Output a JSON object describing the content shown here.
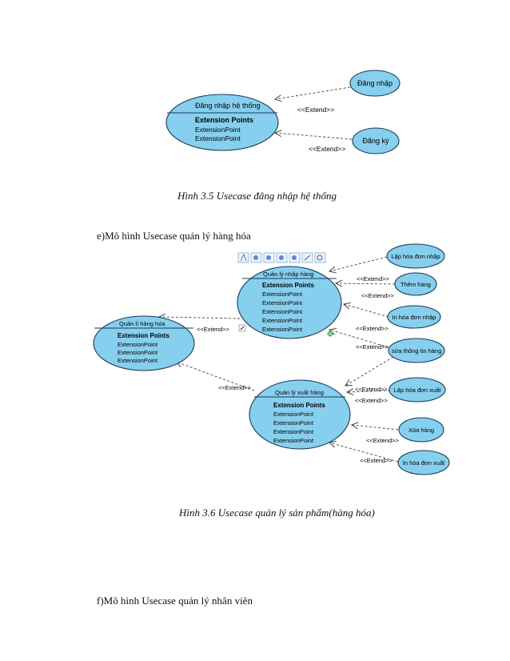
{
  "figure1": {
    "main": {
      "name": "Đăng nhập hệ thống",
      "ext_title": "Extension Points",
      "ext": [
        "ExtensionPoint",
        "ExtensionPoint"
      ]
    },
    "uc_login": "Đăng nhập",
    "uc_register": "Đăng ký",
    "extend": "<<Extend>>",
    "caption": "Hình 3.5  Usecase đăng nhập hệ thống"
  },
  "section_e": "e)Mô hình Usecase quản lý hàng hóa",
  "figure2": {
    "root": {
      "name": "Quản lí hàng hóa",
      "ext_title": "Extension Points",
      "ext": [
        "ExtensionPoint",
        "ExtensionPoint",
        "ExtensionPoint"
      ]
    },
    "import": {
      "name": "Quản lý nhập hàng",
      "ext_title": "Extension Points",
      "ext": [
        "ExtensionPoint",
        "ExtensionPoint",
        "ExtensionPoint",
        "ExtensionPoint",
        "ExtensionPoint"
      ]
    },
    "export": {
      "name": "Quản lý xuất hàng",
      "ext_title": "Extension Points",
      "ext": [
        "ExtensionPoint",
        "ExtensionPoint",
        "ExtensionPoint",
        "ExtensionPoint",
        "ExtensionPoint"
      ]
    },
    "import_cases": [
      "Lập hóa đơn nhập",
      "Thêm hàng",
      "In hóa đơn nhập",
      "sửa thông tin hàng"
    ],
    "export_cases": [
      "Lập hóa đơn xuất",
      "Xóa hàng",
      "In hóa đơn xuất"
    ],
    "extend": "<<Extend>>",
    "caption": "Hình 3.6  Usecase quản lý sản phẩm(hàng hóa)"
  },
  "section_f": "f)Mô hình Usecase quản lý nhân viên"
}
